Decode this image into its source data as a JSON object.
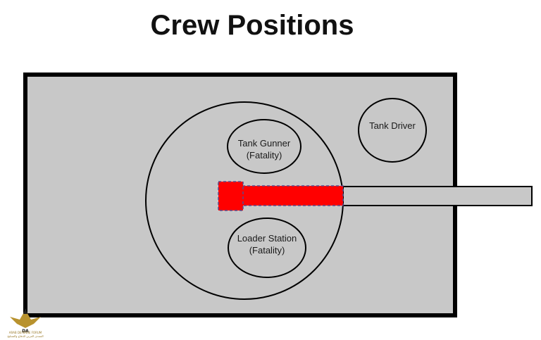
{
  "title": "Crew Positions",
  "positions": {
    "gunner": {
      "line1": "Tank Gunner",
      "line2": "(Fatality)"
    },
    "loader": {
      "line1": "Loader Station",
      "line2": "(Fatality)"
    },
    "driver": {
      "line1": "Tank Driver"
    }
  },
  "logo": {
    "text": "ARAB DEFENSE FORUM",
    "text_ar": "المنتدى العربي للدفاع والتسليح",
    "mark": "DA"
  },
  "colors": {
    "hull_fill": "#c8c8c8",
    "outline": "#000000",
    "barrel_fill": "#c8c8c8",
    "damage_red": "#ff0000",
    "damage_border": "#5a4a8a",
    "logo_gold": "#b8922e"
  }
}
